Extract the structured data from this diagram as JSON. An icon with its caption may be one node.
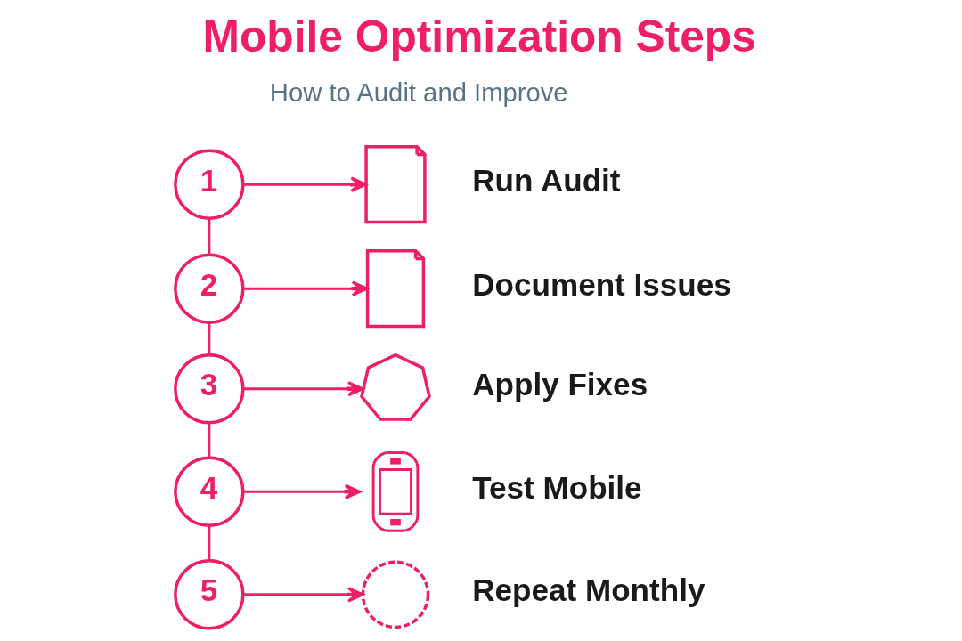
{
  "diagram": {
    "title": "Mobile Optimization Steps",
    "nodes": [
      {
        "text": [
          "1"
        ]
      },
      {
        "text": [],
        "shape": "picture",
        "beside": [
          "Run Audit"
        ]
      },
      {
        "text": [
          "2"
        ]
      },
      {
        "text": [],
        "shape": "picture",
        "beside": [
          "Document Issues"
        ]
      },
      {
        "text": [
          "3"
        ]
      },
      {
        "text": [],
        "shape": "picture",
        "beside": [
          "Apply Fixes"
        ]
      },
      {
        "text": [
          "4"
        ]
      },
      {
        "text": [],
        "shape": "picture",
        "beside": [
          "Test Mobile"
        ]
      },
      {
        "text": [
          "5"
        ]
      },
      {
        "text": [],
        "shape": "circle",
        "beside": [
          "Repeat Monthly"
        ]
      }
    ],
    "edges": [
      {
        "from": 0,
        "to": 1,
        "arrow": "to"
      },
      {
        "from": 2,
        "to": 3,
        "arrow": "to"
      },
      {
        "from": 4,
        "to": 5,
        "arrow": "to"
      },
      {
        "from": 6,
        "to": 7,
        "arrow": "to"
      },
      {
        "from": 8,
        "to": 9,
        "arrow": "to"
      },
      {
        "from": 0,
        "to": 2,
        "arrow": "none"
      },
      {
        "from": 2,
        "to": 4,
        "arrow": "none"
      },
      {
        "from": 4,
        "to": 6,
        "arrow": "none"
      },
      {
        "from": 6,
        "to": 8,
        "arrow": "none"
      }
    ],
    "labels": [
      "How to Audit and Improve"
    ]
  }
}
